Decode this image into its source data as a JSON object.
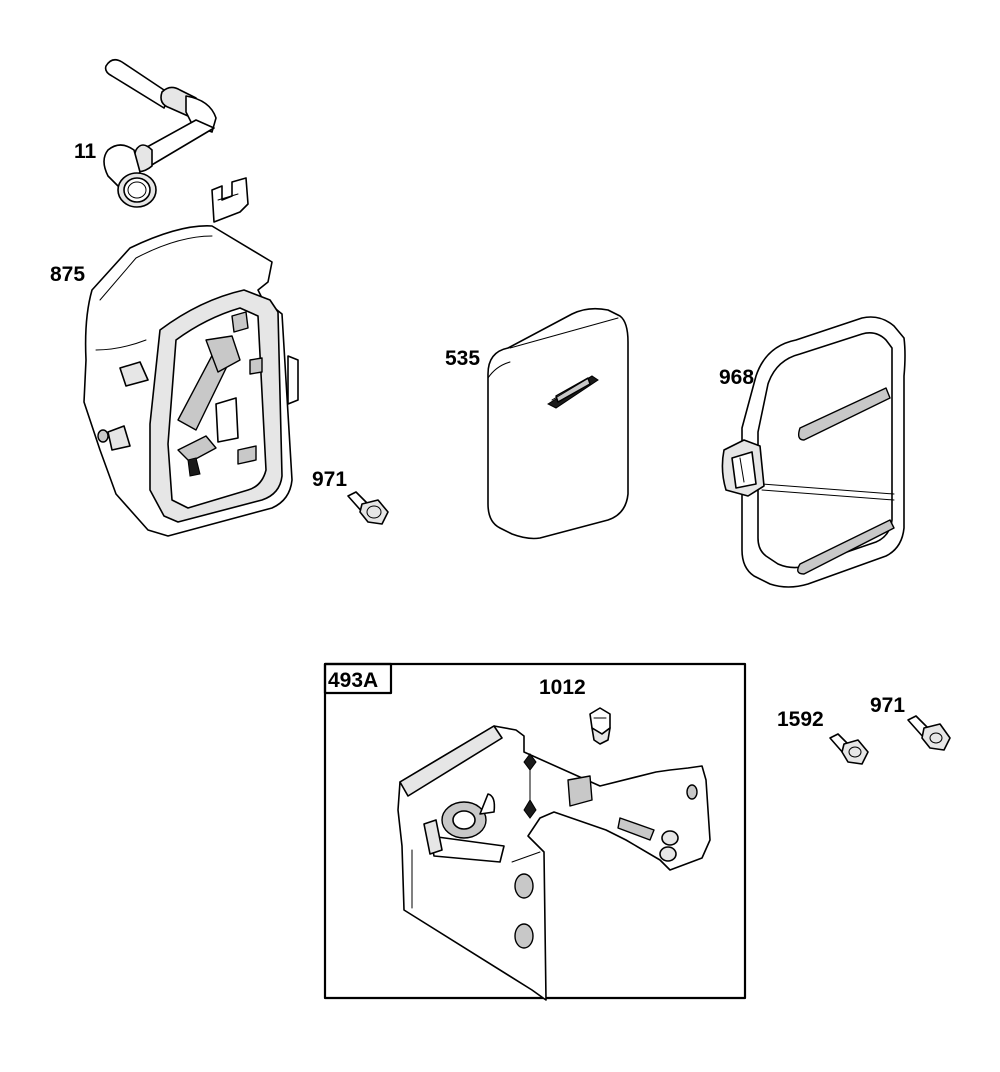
{
  "callouts": {
    "breather_tube": "11",
    "air_cleaner_base": "875",
    "air_filter": "535",
    "air_cleaner_cover": "968",
    "screw_upper": "971",
    "screw_lower": "971",
    "bracket_assembly": "493A",
    "fitting": "1012",
    "screw_1592": "1592"
  },
  "colors": {
    "line": "#000000",
    "fill_light": "#e6e6e6",
    "background": "#ffffff"
  }
}
